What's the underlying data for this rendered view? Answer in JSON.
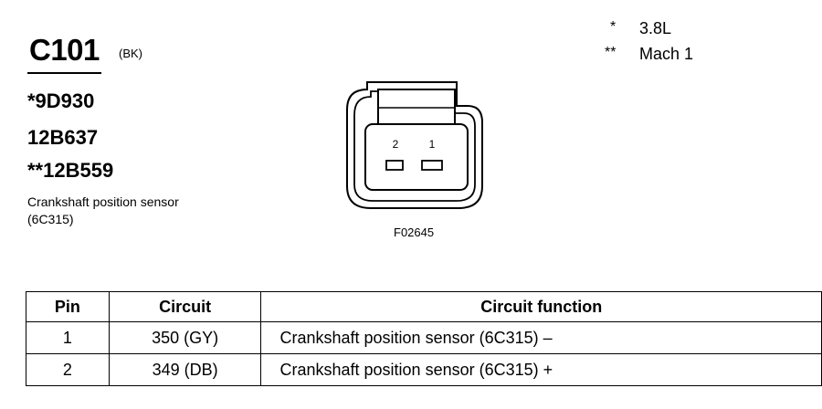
{
  "connector": {
    "id": "C101",
    "color_code": "(BK)",
    "part_numbers": [
      "*9D930",
      "12B637",
      "**12B559"
    ],
    "description": "Crankshaft position sensor (6C315)"
  },
  "notes": [
    {
      "mark": "*",
      "text": "3.8L"
    },
    {
      "mark": "**",
      "text": "Mach 1"
    }
  ],
  "figure": {
    "id": "F02645",
    "pin_labels": [
      "2",
      "1"
    ]
  },
  "table": {
    "headers": [
      "Pin",
      "Circuit",
      "Circuit function"
    ],
    "rows": [
      {
        "pin": "1",
        "circuit": "350 (GY)",
        "function": "Crankshaft position sensor (6C315) –"
      },
      {
        "pin": "2",
        "circuit": "349 (DB)",
        "function": "Crankshaft position sensor (6C315) +"
      }
    ]
  }
}
